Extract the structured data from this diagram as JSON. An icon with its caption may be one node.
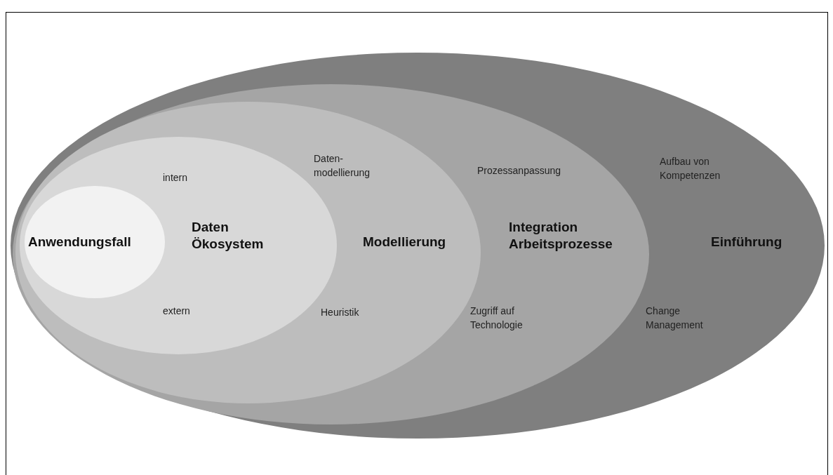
{
  "diagram": {
    "nodes": [
      {
        "text": [
          "Aufbau von Kompetenzen",
          "Einführung",
          "Change Management"
        ]
      },
      {
        "text": [
          "Prozessanpassung",
          "Integration Arbeitsprozesse",
          "Zugriff auf Technologie"
        ],
        "in": 0
      },
      {
        "text": [
          "Daten- modellierung",
          "Modellierung",
          "Heuristik"
        ],
        "in": 1
      },
      {
        "text": [
          "intern",
          "Daten Ökosystem",
          "extern"
        ],
        "in": 2
      },
      {
        "text": [
          "Anwendungsfall"
        ],
        "in": 3
      }
    ]
  }
}
